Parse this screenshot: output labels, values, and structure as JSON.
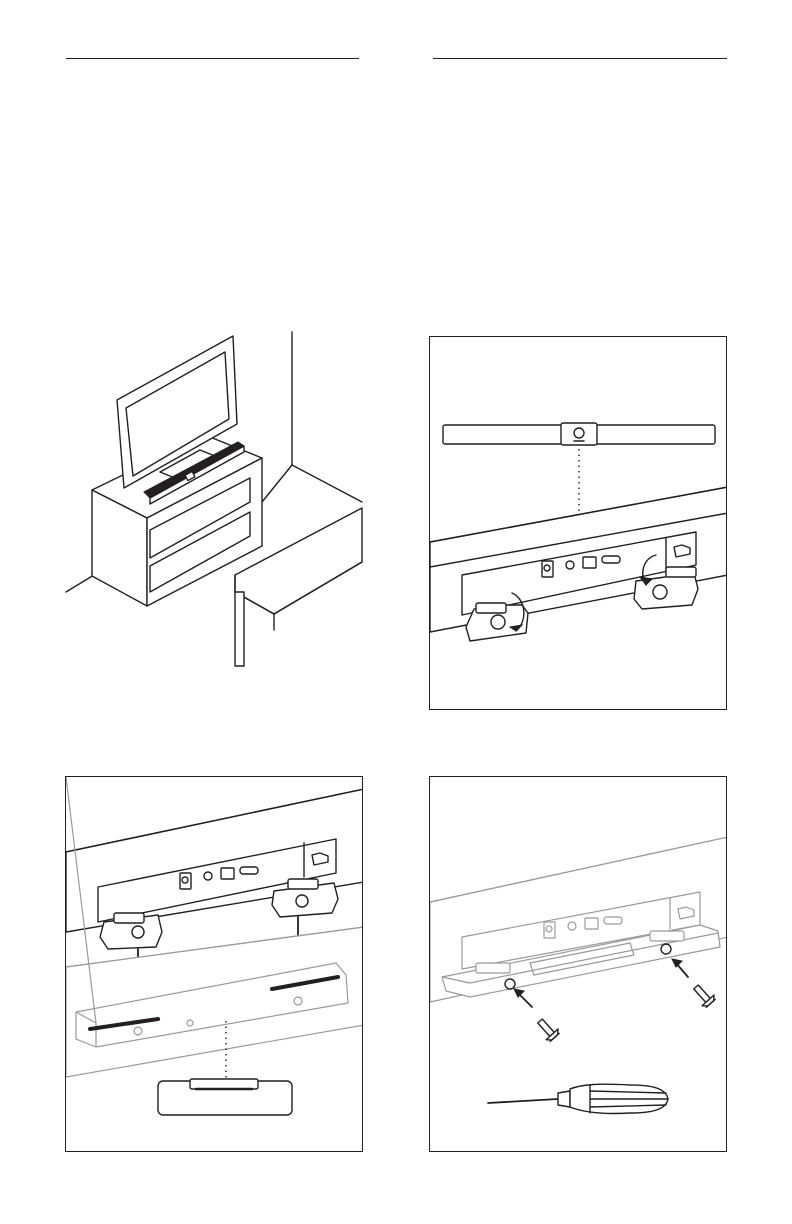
{
  "page": {
    "background": "#ffffff",
    "line_color": "#231f20",
    "muted_color": "#9a9a9a"
  },
  "figures": {
    "room": {
      "icon": "soundbar-on-tv-stand-illustration"
    },
    "step_detach_brackets": {
      "icon": "remove-mounting-brackets-illustration"
    },
    "step_attach_brackets": {
      "icon": "align-brackets-to-wall-mount-illustration"
    },
    "step_screw_brackets": {
      "icon": "screw-and-screwdriver-illustration"
    }
  }
}
